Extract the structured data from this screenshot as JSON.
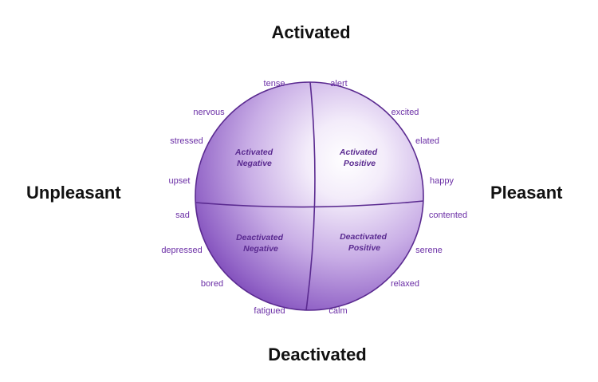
{
  "axes": {
    "top": "Activated",
    "bottom": "Deactivated",
    "left": "Unpleasant",
    "right": "Pleasant"
  },
  "quadrants": {
    "activated_negative": [
      "Activated",
      "Negative"
    ],
    "activated_positive": [
      "Activated",
      "Positive"
    ],
    "deactivated_negative": [
      "Deactivated",
      "Negative"
    ],
    "deactivated_positive": [
      "Deactivated",
      "Positive"
    ]
  },
  "emotions": {
    "tense": "tense",
    "alert": "alert",
    "nervous": "nervous",
    "excited": "excited",
    "stressed": "stressed",
    "elated": "elated",
    "upset": "upset",
    "happy": "happy",
    "sad": "sad",
    "contented": "contented",
    "depressed": "depressed",
    "serene": "serene",
    "bored": "bored",
    "relaxed": "relaxed",
    "fatigued": "fatigued",
    "calm": "calm"
  },
  "colors": {
    "sphere_light": "#ffffff",
    "sphere_mid": "#c9aee6",
    "sphere_dark": "#7640b4",
    "outline": "#5a2a90",
    "text_purple": "#6b2fa6"
  }
}
